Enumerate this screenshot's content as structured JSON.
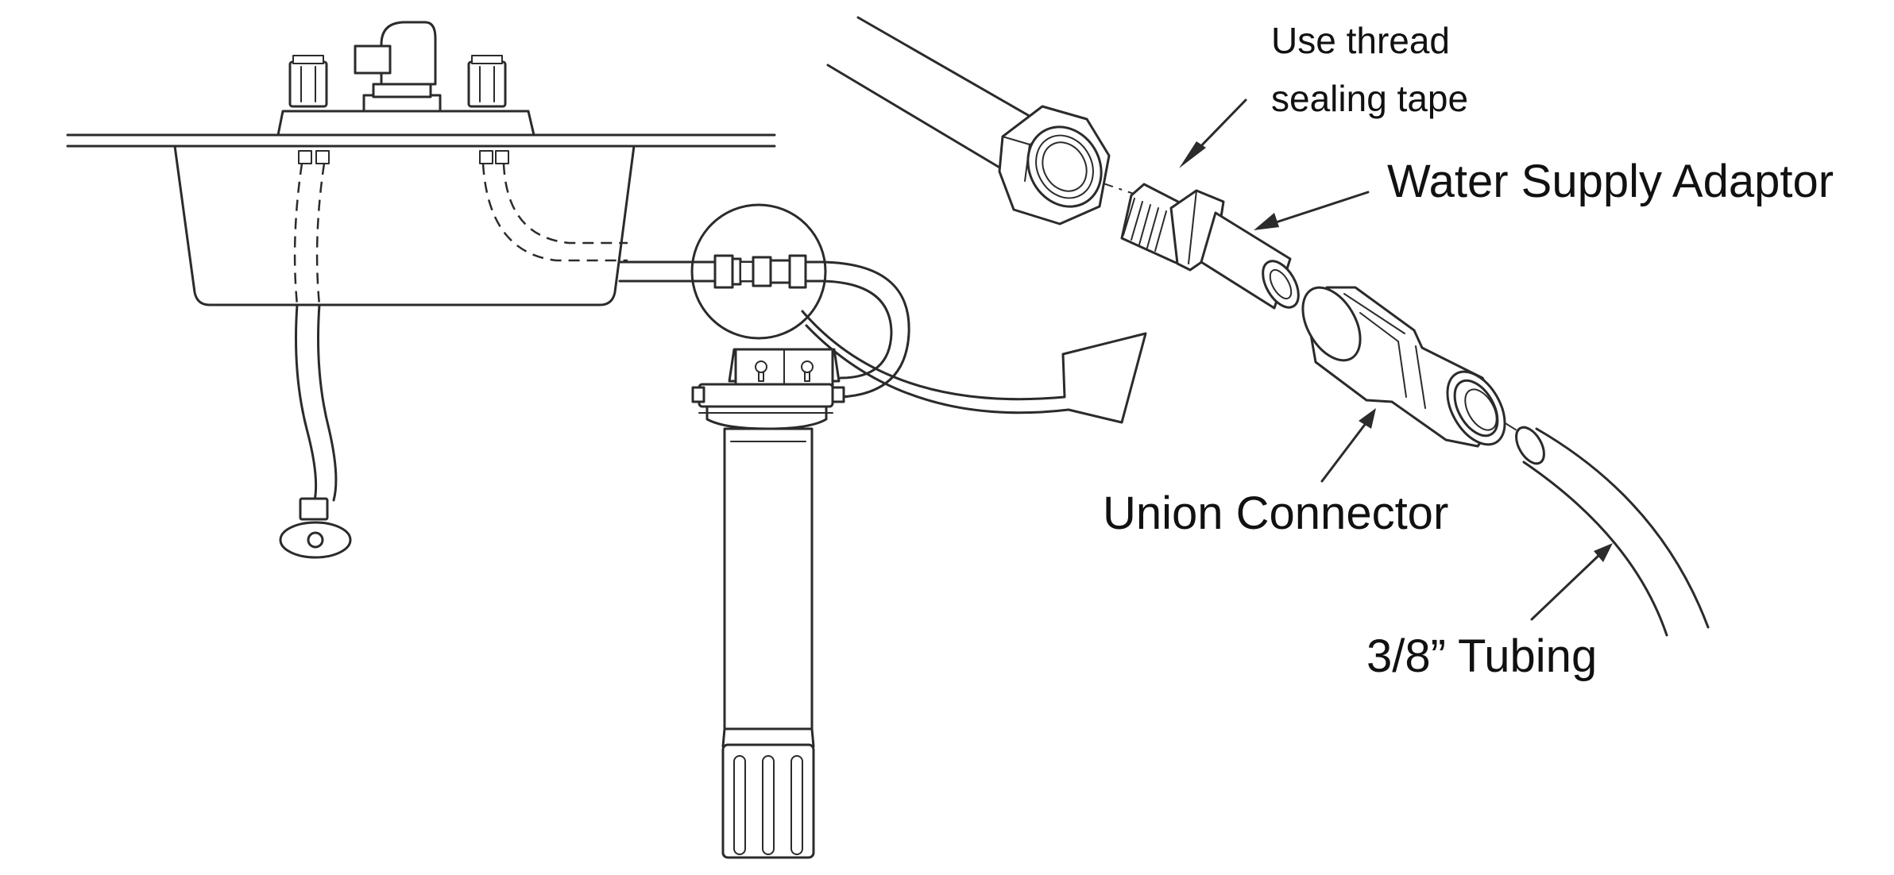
{
  "labels": {
    "thread_tape_line1": "Use thread",
    "thread_tape_line2": "sealing tape",
    "adaptor": "Water Supply Adaptor",
    "union": "Union Connector",
    "tubing": "3/8” Tubing"
  }
}
